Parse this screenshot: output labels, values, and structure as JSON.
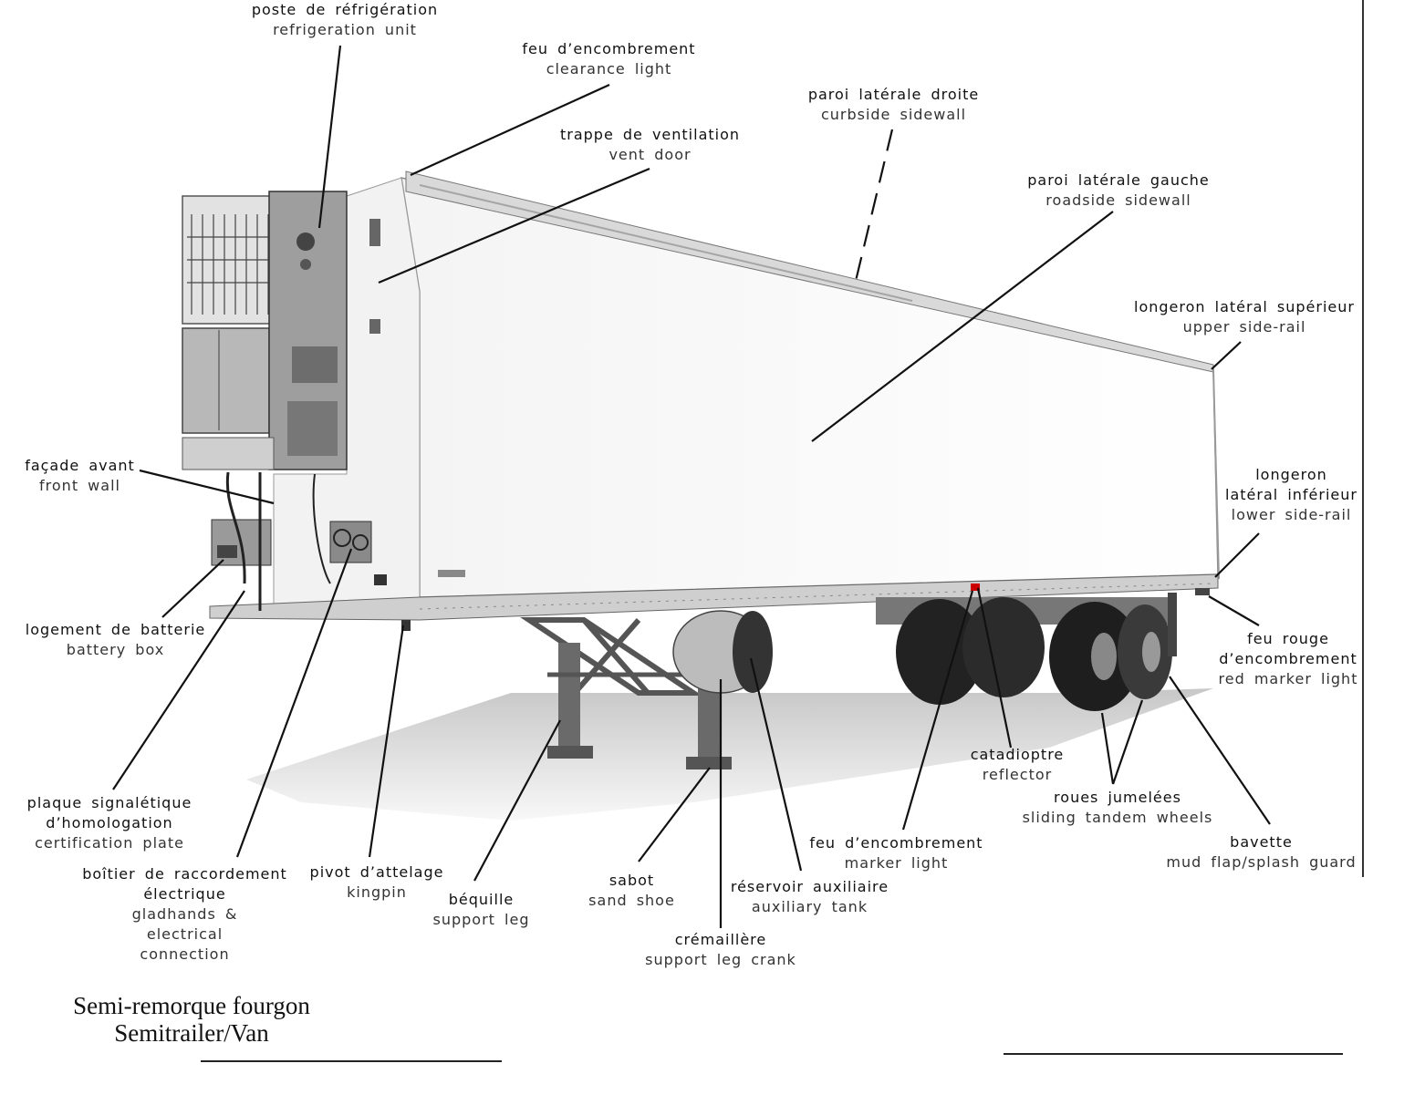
{
  "labels": {
    "refrigeration_unit": {
      "fr": "poste de réfrigération",
      "en": "refrigeration unit"
    },
    "clearance_light": {
      "fr": "feu d’encombrement",
      "en": "clearance light"
    },
    "curbside_sidewall": {
      "fr": "paroi latérale droite",
      "en": "curbside sidewall"
    },
    "vent_door": {
      "fr": "trappe de ventilation",
      "en": "vent door"
    },
    "roadside_sidewall": {
      "fr": "paroi latérale gauche",
      "en": "roadside sidewall"
    },
    "upper_side_rail": {
      "fr": "longeron latéral supérieur",
      "en": "upper side-rail"
    },
    "front_wall": {
      "fr": "façade avant",
      "en": "front wall"
    },
    "lower_side_rail": {
      "fr1": "longeron",
      "fr2": "latéral inférieur",
      "en": "lower side-rail"
    },
    "battery_box": {
      "fr": "logement de batterie",
      "en": "battery box"
    },
    "red_marker_light": {
      "fr1": "feu rouge",
      "fr2": "d’encombrement",
      "en": "red marker light"
    },
    "reflector": {
      "fr": "catadioptre",
      "en": "reflector"
    },
    "tandem_wheels": {
      "fr": "roues jumelées",
      "en": "sliding tandem wheels"
    },
    "certification_plate": {
      "fr1": "plaque signalétique",
      "fr2": "d’homologation",
      "en": "certification plate"
    },
    "mud_flap": {
      "fr": "bavette",
      "en": "mud flap/splash guard"
    },
    "marker_light": {
      "fr": "feu d’encombrement",
      "en": "marker light"
    },
    "gladhands": {
      "fr1": "boîtier de raccordement",
      "fr2": "électrique",
      "en1": "gladhands &",
      "en2": "electrical",
      "en3": "connection"
    },
    "kingpin": {
      "fr": "pivot d’attelage",
      "en": "kingpin"
    },
    "support_leg": {
      "fr": "béquille",
      "en": "support leg"
    },
    "sand_shoe": {
      "fr": "sabot",
      "en": "sand shoe"
    },
    "auxiliary_tank": {
      "fr": "réservoir auxiliaire",
      "en": "auxiliary tank"
    },
    "support_leg_crank": {
      "fr": "crémaillère",
      "en": "support leg crank"
    }
  },
  "title": {
    "fr": "Semi-remorque fourgon",
    "en": "Semitrailer/Van"
  }
}
